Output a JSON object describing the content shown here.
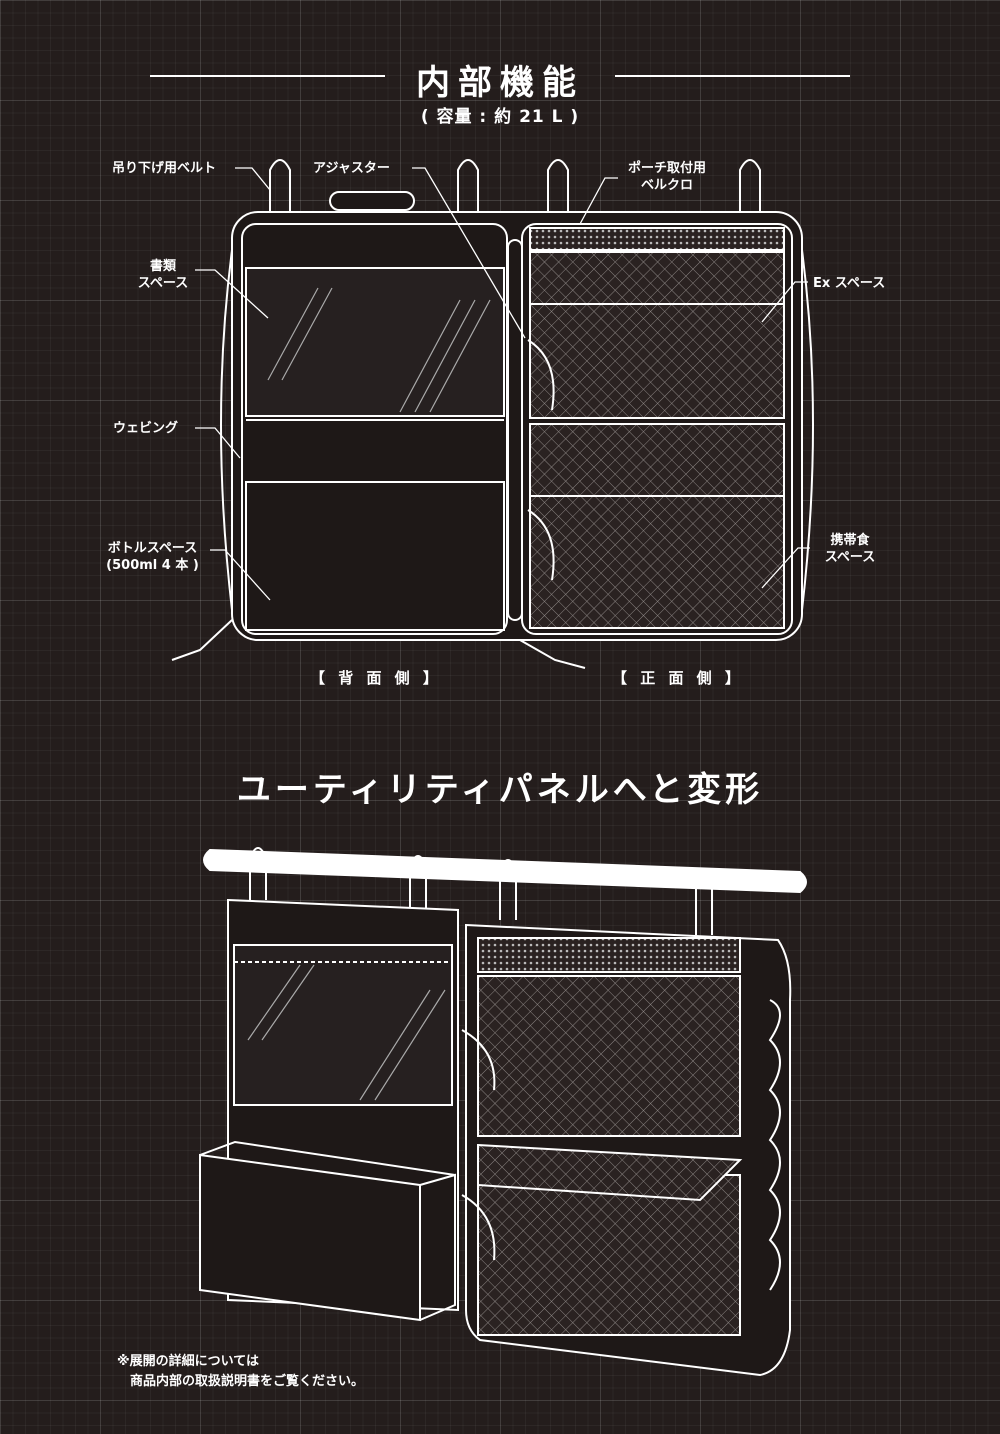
{
  "section1": {
    "title": "内部機能",
    "subtitle": "( 容量 : 約 21 L )",
    "labels": {
      "hanging_belt": "吊り下げ用ベルト",
      "adjuster": "アジャスター",
      "pouch_velcro_1": "ポーチ取付用",
      "pouch_velcro_2": "ベルクロ",
      "documents_1": "書類",
      "documents_2": "スペース",
      "ex_space": "Ex スペース",
      "webbing": "ウェビング",
      "bottle_1": "ボトルスペース",
      "bottle_2": "(500ml 4 本 )",
      "food_1": "携帯食",
      "food_2": "スペース"
    },
    "back_side": "【 背 面 側 】",
    "front_side": "【 正 面 側 】"
  },
  "section2": {
    "heading": "ユーティリティパネルへと変形"
  },
  "note": {
    "line1": "※展開の詳細については",
    "line2": "商品内部の取扱説明書をご覧ください。"
  }
}
